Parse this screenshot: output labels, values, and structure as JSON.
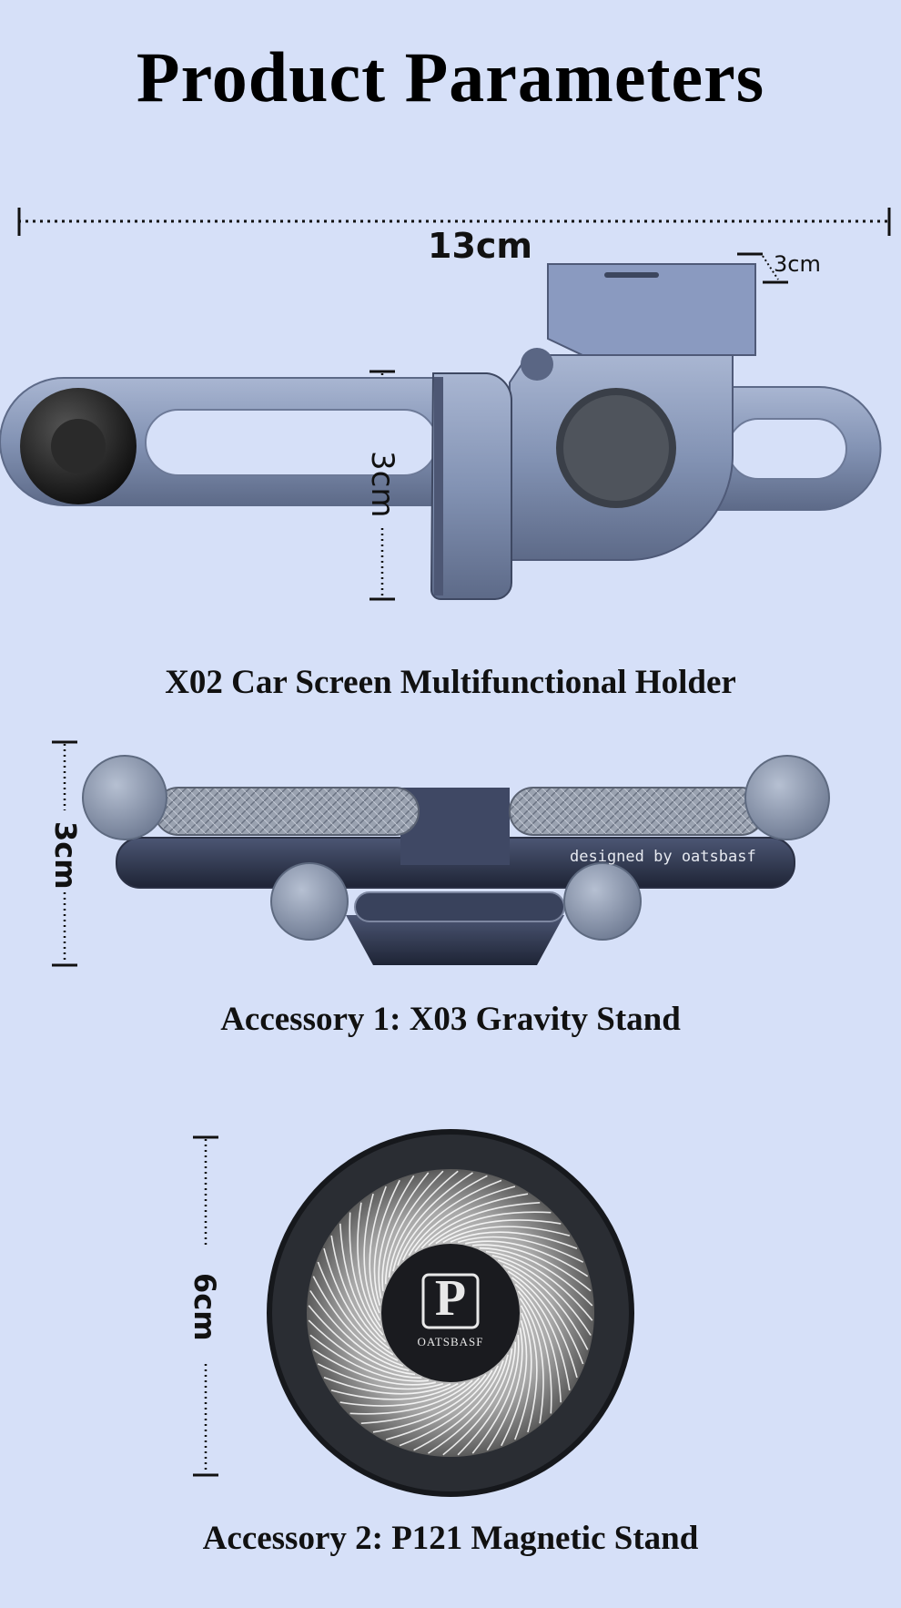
{
  "page": {
    "title": "Product Parameters",
    "background": "#d6e0f8"
  },
  "product_main": {
    "caption": "X02 Car Screen Multifunctional Holder",
    "width_label": "13cm",
    "depth_label": "3cm",
    "height_label": "3cm"
  },
  "accessory_1": {
    "caption": "Accessory 1: X03 Gravity Stand",
    "height_label": "3cm",
    "engraving": "designed by oatsbasf"
  },
  "accessory_2": {
    "caption": "Accessory 2: P121 Magnetic Stand",
    "height_label": "6cm",
    "logo_text": "OATSBASF",
    "logo_letter": "P"
  },
  "colors": {
    "metal": "#8898b8",
    "metal_dark": "#55607c",
    "grip": "#8a96ac",
    "knob": "#1a1a1a"
  }
}
